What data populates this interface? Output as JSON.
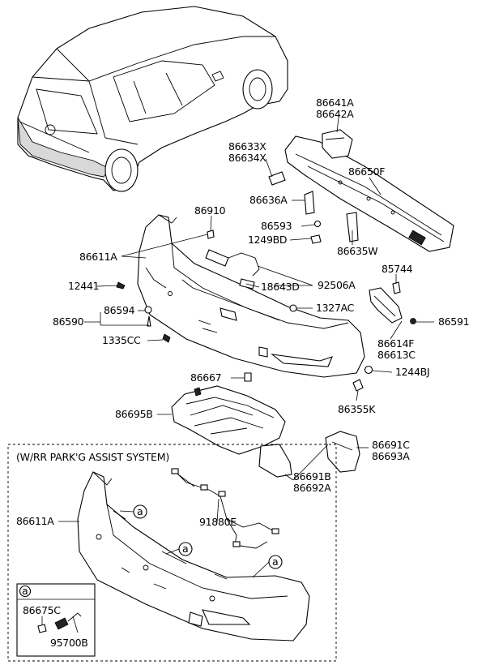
{
  "variant_box": {
    "title": "(W/RR PARK'G ASSIST SYSTEM)"
  },
  "detail_box": {
    "marker": "a"
  },
  "callout_marker": "a",
  "labels": {
    "p86641A": "86641A",
    "p86642A": "86642A",
    "p86633X": "86633X",
    "p86634X": "86634X",
    "p86650F": "86650F",
    "p86636A": "86636A",
    "p86910": "86910",
    "p86593": "86593",
    "p1249BD": "1249BD",
    "p86635W": "86635W",
    "p86611A_top": "86611A",
    "p85744": "85744",
    "p12441": "12441",
    "p18643D": "18643D",
    "p92506A": "92506A",
    "p1327AC": "1327AC",
    "p86594": "86594",
    "p86590": "86590",
    "p86591": "86591",
    "p1335CC": "1335CC",
    "p86614F": "86614F",
    "p86613C": "86613C",
    "p1244BJ": "1244BJ",
    "p86667": "86667",
    "p86355K": "86355K",
    "p86695B": "86695B",
    "p86691C": "86691C",
    "p86693A": "86693A",
    "p86691B": "86691B",
    "p86692A": "86692A",
    "p91880E": "91880E",
    "p86611A_bottom": "86611A",
    "p86675C": "86675C",
    "p95700B": "95700B"
  }
}
